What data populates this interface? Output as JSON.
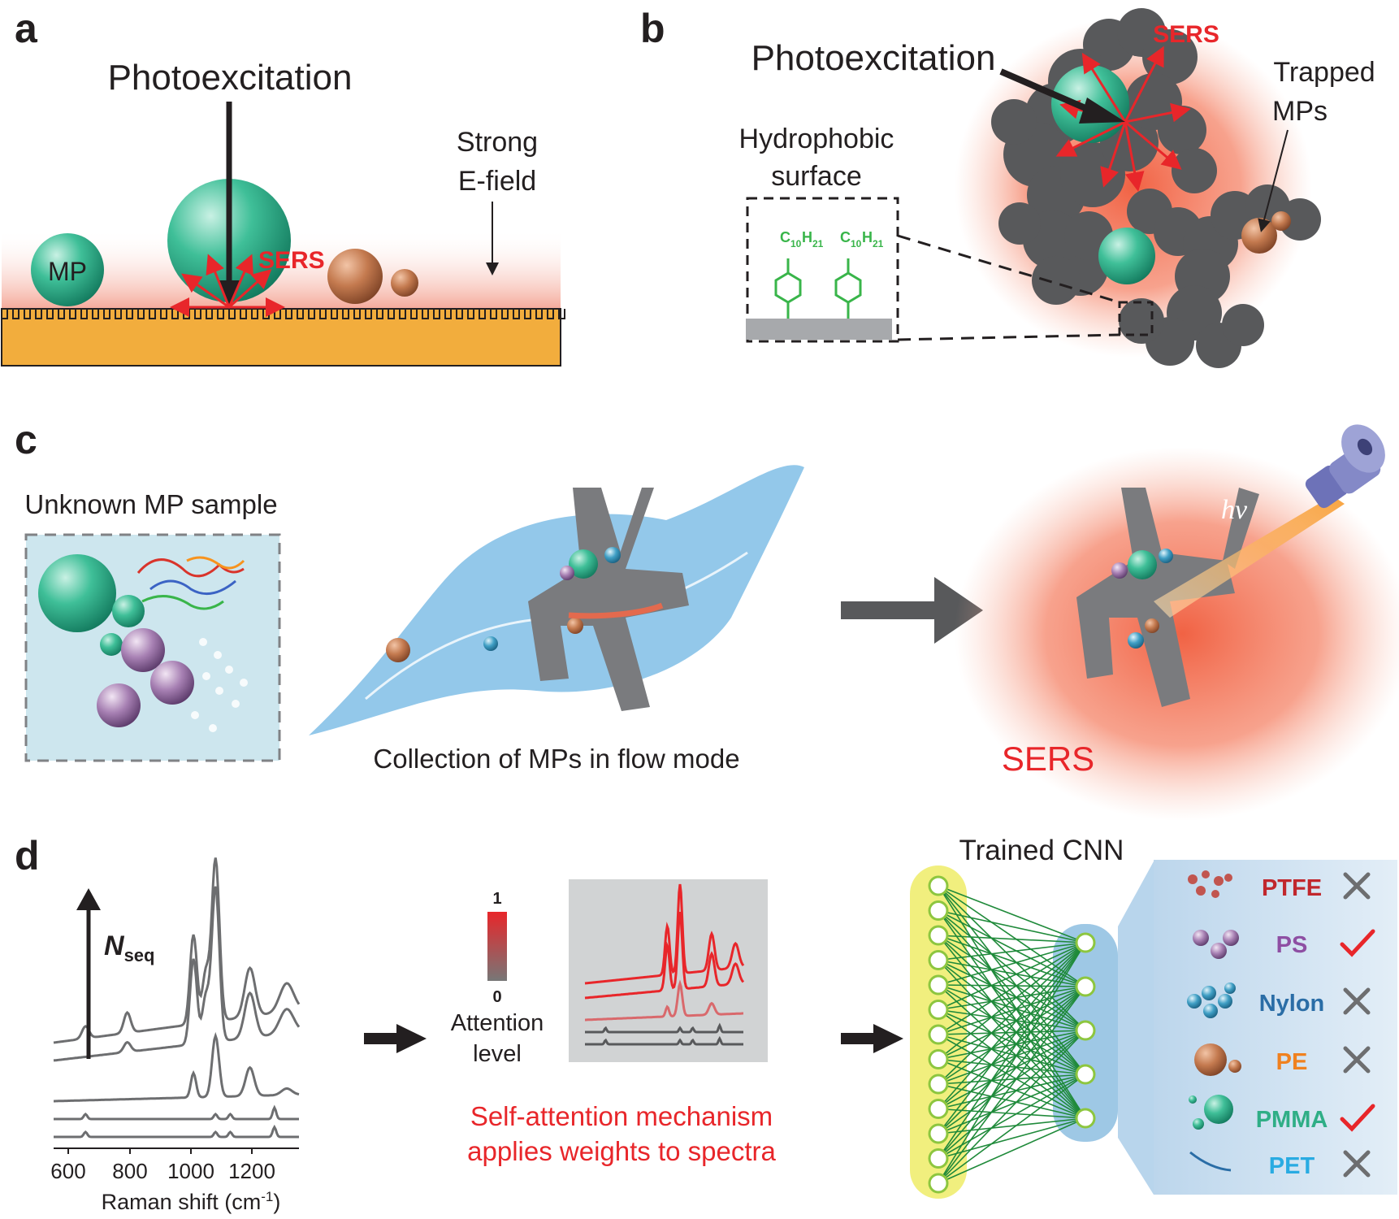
{
  "panels": {
    "a": {
      "letter": "a",
      "photoexcitation": "Photoexcitation",
      "strong_efield_line1": "Strong",
      "strong_efield_line2": "E-field",
      "mp_label": "MP",
      "sers": "SERS"
    },
    "b": {
      "letter": "b",
      "photoexcitation": "Photoexcitation",
      "sers": "SERS",
      "trapped_line1": "Trapped",
      "trapped_line2": "MPs",
      "hydrophobic_line1": "Hydrophobic",
      "hydrophobic_line2": "surface",
      "alkyl_label": "C",
      "alkyl_sub1": "10",
      "alkyl_h": "H",
      "alkyl_sub2": "21"
    },
    "c": {
      "letter": "c",
      "unknown_sample": "Unknown MP sample",
      "collection": "Collection of MPs in flow mode",
      "sers": "SERS",
      "hv": "hν"
    },
    "d": {
      "letter": "d",
      "nseq_main": "N",
      "nseq_sub": "seq",
      "xticks": [
        "600",
        "800",
        "1000",
        "1200"
      ],
      "xlabel_prefix": "Raman shift (cm",
      "xlabel_sup": "-1",
      "xlabel_suffix": ")",
      "colorbar_max": "1",
      "colorbar_min": "0",
      "attention_line1": "Attention",
      "attention_line2": "level",
      "self_attention_line1": "Self-attention mechanism",
      "self_attention_line2": "applies weights to spectra",
      "trained_cnn": "Trained CNN",
      "classes": [
        {
          "name": "PTFE",
          "color": "#c1272d",
          "result": "cross"
        },
        {
          "name": "PS",
          "color": "#8e4fa3",
          "result": "check"
        },
        {
          "name": "Nylon",
          "color": "#2a6da6",
          "result": "cross"
        },
        {
          "name": "PE",
          "color": "#f0811f",
          "result": "cross"
        },
        {
          "name": "PMMA",
          "color": "#2fae86",
          "result": "check"
        },
        {
          "name": "PET",
          "color": "#29abe2",
          "result": "cross"
        }
      ]
    }
  },
  "colors": {
    "sers_red": "#e8262a",
    "gold": "#f2ad3d",
    "mp_green": "#37b393",
    "mp_orange": "#c47a4f",
    "cnn_lines": "#1f8a3a",
    "spectra_gray": "#6d6e70"
  }
}
